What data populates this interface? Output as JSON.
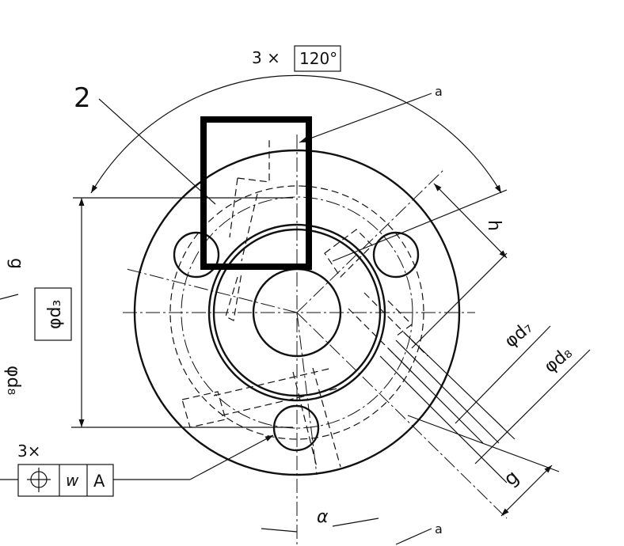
{
  "drawing": {
    "angle_count": "3 ×",
    "angle_value": "120°",
    "item_number": "2",
    "section_mark_top": "a",
    "section_mark_bottom": "a",
    "dim_h": "h",
    "dim_d3": "φd₃",
    "dim_d8_left": "φd₈",
    "dim_g_left": "g",
    "dim_d7": "φd₇",
    "dim_d8": "φd₈",
    "dim_g": "g",
    "dim_alpha": "α",
    "tolerance_count": "3×",
    "tolerance_symbol": "⌖",
    "tolerance_value": "w",
    "tolerance_datum": "A",
    "colors": {
      "line": "#111111",
      "highlight_box": "#000000"
    }
  }
}
